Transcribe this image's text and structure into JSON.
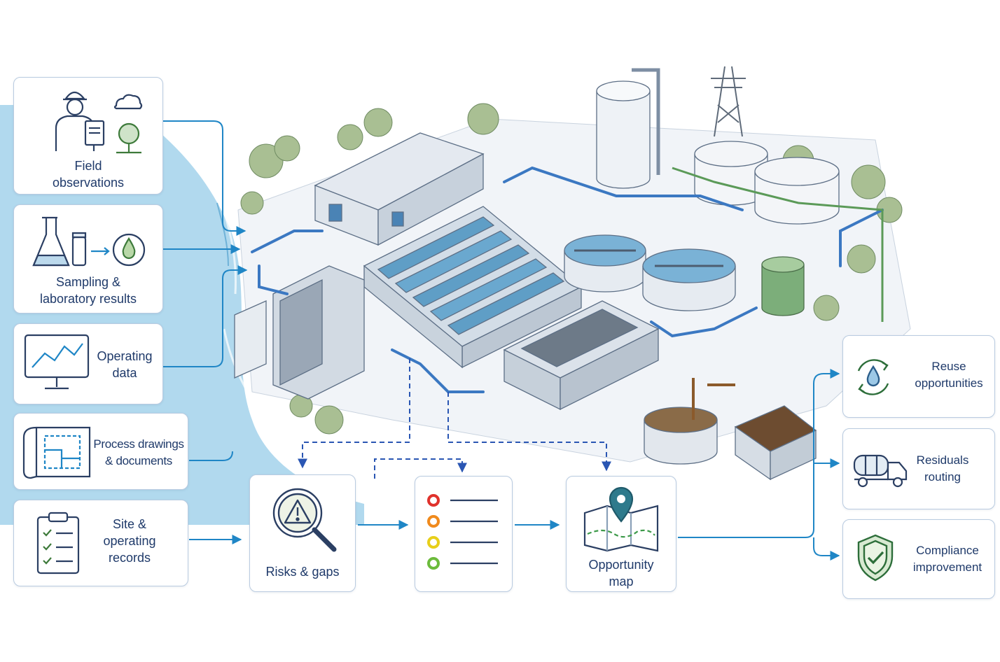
{
  "colors": {
    "accent": "#1f86c6",
    "card_border": "#b9cbe0",
    "label_text": "#1f3a6a",
    "water": "#9fd0ea",
    "tank_green": "#7cae7a",
    "dashed_connector": "#2a56b3"
  },
  "inputs": [
    {
      "id": "field",
      "icon": "inspector-clipboard-icon",
      "lines": [
        "Field",
        "observations"
      ]
    },
    {
      "id": "sampling",
      "icon": "lab-flask-droplet-icon",
      "lines": [
        "Sampling &",
        "laboratory results"
      ]
    },
    {
      "id": "operating",
      "icon": "monitor-chart-icon",
      "lines": [
        "Operating",
        "data"
      ]
    },
    {
      "id": "drawings",
      "icon": "blueprint-icon",
      "lines": [
        "Process drawings",
        "& documents"
      ]
    },
    {
      "id": "records",
      "icon": "checklist-clipboard-icon",
      "lines": [
        "Site &",
        "operating",
        "records"
      ]
    }
  ],
  "process": [
    {
      "id": "risks",
      "icon": "magnifier-warning-icon",
      "lines": [
        "Risks & gaps"
      ]
    },
    {
      "id": "priorities",
      "icon": "priority-list-icon",
      "lines": []
    },
    {
      "id": "opportunity",
      "icon": "map-pin-icon",
      "lines": [
        "Opportunity",
        "map"
      ]
    }
  ],
  "priority_dots": [
    "#e0322c",
    "#f08a1c",
    "#e8cf1a",
    "#6cbb3c"
  ],
  "outputs": [
    {
      "id": "reuse",
      "icon": "water-recycle-icon",
      "lines": [
        "Reuse",
        "opportunities"
      ]
    },
    {
      "id": "residuals",
      "icon": "tanker-truck-icon",
      "lines": [
        "Residuals",
        "routing"
      ]
    },
    {
      "id": "compliance",
      "icon": "shield-check-icon",
      "lines": [
        "Compliance",
        "improvement"
      ]
    }
  ]
}
